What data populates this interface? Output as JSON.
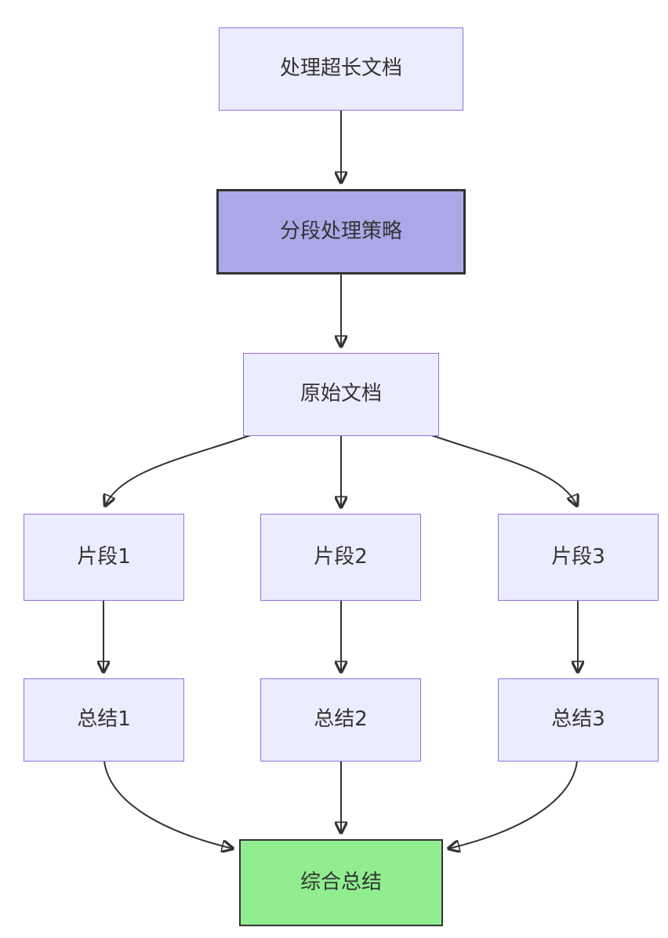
{
  "diagram": {
    "type": "flowchart",
    "direction": "top-down",
    "nodes": {
      "process_long_doc": {
        "label": "处理超长文档"
      },
      "segment_strategy": {
        "label": "分段处理策略"
      },
      "original_doc": {
        "label": "原始文档"
      },
      "fragment1": {
        "label": "片段1"
      },
      "fragment2": {
        "label": "片段2"
      },
      "fragment3": {
        "label": "片段3"
      },
      "summary1": {
        "label": "总结1"
      },
      "summary2": {
        "label": "总结2"
      },
      "summary3": {
        "label": "总结3"
      },
      "final_summary": {
        "label": "综合总结"
      }
    },
    "edges": [
      {
        "from": "process_long_doc",
        "to": "segment_strategy"
      },
      {
        "from": "segment_strategy",
        "to": "original_doc"
      },
      {
        "from": "original_doc",
        "to": "fragment1"
      },
      {
        "from": "original_doc",
        "to": "fragment2"
      },
      {
        "from": "original_doc",
        "to": "fragment3"
      },
      {
        "from": "fragment1",
        "to": "summary1"
      },
      {
        "from": "fragment2",
        "to": "summary2"
      },
      {
        "from": "fragment3",
        "to": "summary3"
      },
      {
        "from": "summary1",
        "to": "final_summary"
      },
      {
        "from": "summary2",
        "to": "final_summary"
      },
      {
        "from": "summary3",
        "to": "final_summary"
      }
    ],
    "colors": {
      "node_fill": "#ECECFF",
      "node_border": "#9370DB",
      "strategy_fill": "#a9a9e8",
      "strategy_border": "#333333",
      "final_fill": "#90EE90",
      "final_border": "#333333",
      "edge": "#333333"
    }
  }
}
